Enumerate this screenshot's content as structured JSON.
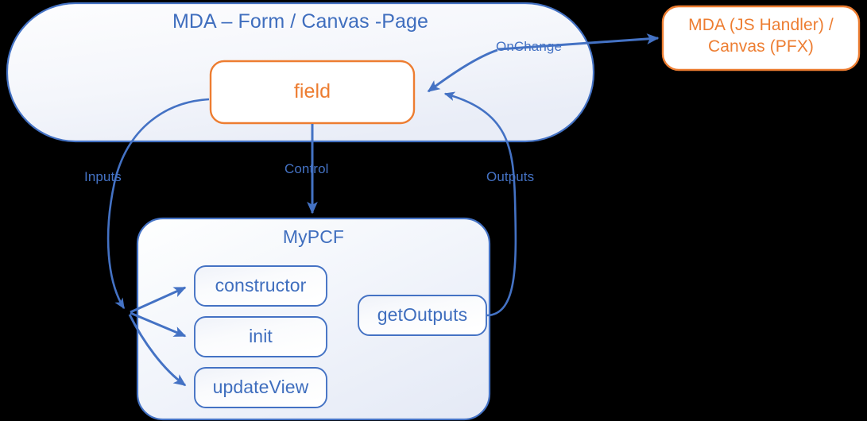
{
  "diagram": {
    "title": "PCF control lifecycle diagram",
    "colors": {
      "background": "#000000",
      "blue_stroke": "#4472C4",
      "blue_stroke_dark": "#3F6EBE",
      "blue_text": "#3F6EBE",
      "orange_stroke": "#ED7D31",
      "orange_text": "#ED7D31",
      "panel_fill_light": "#FBFCFE",
      "panel_fill_tint": "#E7EBF5",
      "box_fill": "#FFFFFF"
    }
  },
  "host_container": {
    "title": "MDA – Form / Canvas -Page"
  },
  "field_box": {
    "label": "field"
  },
  "handler_box": {
    "line1": "MDA (JS Handler) /",
    "line2": "Canvas (PFX)"
  },
  "pcf_container": {
    "title": "MyPCF",
    "methods": [
      {
        "label": "constructor"
      },
      {
        "label": "init"
      },
      {
        "label": "updateView"
      }
    ],
    "outputs_method": {
      "label": "getOutputs"
    }
  },
  "edges": [
    {
      "label": "OnChange",
      "from": "field",
      "to": "handler_box"
    },
    {
      "label": "Inputs",
      "from": "field",
      "to": "pcf_methods"
    },
    {
      "label": "Control",
      "from": "field",
      "to": "pcf_container"
    },
    {
      "label": "Outputs",
      "from": "getOutputs",
      "to": "field"
    }
  ],
  "edge_labels": {
    "onchange": "OnChange",
    "inputs": "Inputs",
    "control": "Control",
    "outputs": "Outputs"
  }
}
